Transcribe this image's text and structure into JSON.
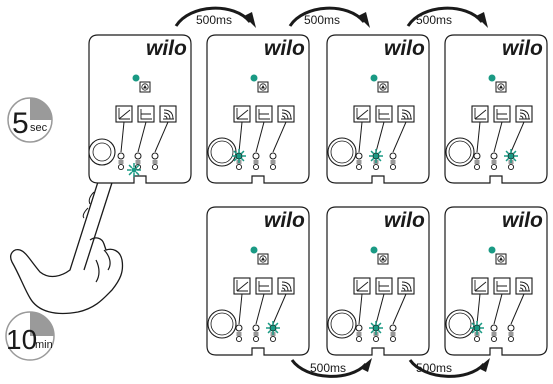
{
  "brand": "wilo",
  "timers": [
    {
      "number": "5",
      "unit": "sec"
    },
    {
      "number": "10",
      "unit": "min"
    }
  ],
  "interval_label": "500ms",
  "colors": {
    "led_on": "#1a9a84",
    "line": "#1a1a1a",
    "panel_fill": "#ffffff"
  },
  "mode_icons": [
    "curve-icon",
    "constant-pressure-icon",
    "wireless-icon"
  ],
  "sequence_top": [
    {
      "active_led": null,
      "center_led": true,
      "touch": true,
      "burst": "left"
    },
    {
      "active_led": 0,
      "center_led": false,
      "touch": false,
      "burst": "left"
    },
    {
      "active_led": 1,
      "center_led": false,
      "touch": false,
      "burst": "middle"
    },
    {
      "active_led": 2,
      "center_led": false,
      "touch": false,
      "burst": "right"
    }
  ],
  "sequence_bottom": [
    {
      "active_led": 2,
      "burst": "right"
    },
    {
      "active_led": 1,
      "burst": "middle"
    },
    {
      "active_led": 0,
      "burst": "left"
    }
  ]
}
